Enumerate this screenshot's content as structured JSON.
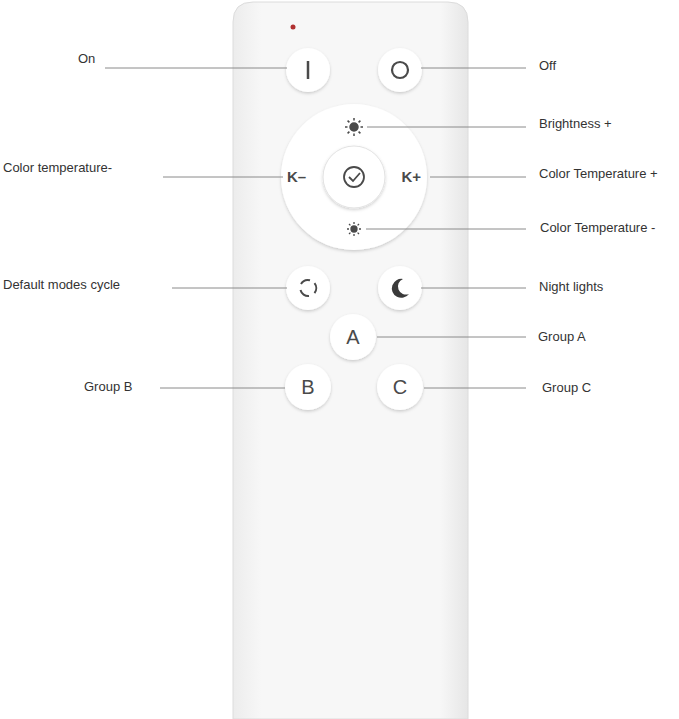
{
  "diagram": {
    "nodes": [
      {
        "text": [
          "K–",
          "K+"
        ]
      },
      {
        "text": [
          "A"
        ]
      },
      {
        "text": [
          "B"
        ]
      },
      {
        "text": [
          "C"
        ]
      }
    ],
    "labels": [
      "On",
      "Off",
      "Brightness +",
      "Color temperature-",
      "Color Temperature +",
      "Color Temperature -",
      "Default modes cycle",
      "Night lights",
      "Group A",
      "Group B",
      "Group C"
    ]
  }
}
